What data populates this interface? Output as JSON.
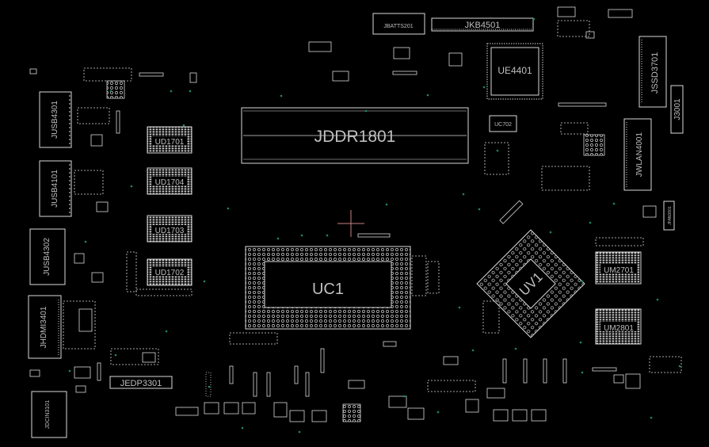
{
  "board": {
    "background": "#000000",
    "outline_color": "#d9d9d9",
    "label_color": "#bfbfbf",
    "via_color": "#1f8a5a"
  },
  "labels": {
    "jddr": "JDDR1801",
    "uc1": "UC1",
    "ue4401": "UE4401",
    "uc702": "UC702",
    "jbatts": "JBATTS201",
    "jkb": "JKB4501",
    "jssd": "JSSD3701",
    "j3001": "J3001",
    "jwlan": "JWLAN4001",
    "jfan": "JFAN3601",
    "ud1701": "UD1701",
    "ud1704": "UD1704",
    "ud1703": "UD1703",
    "ud1702": "UD1702",
    "jusb4301": "JUSB4301",
    "jusb4101": "JUSB4101",
    "jusb4302": "JUSB4302",
    "jhdmi": "JHDMI3401",
    "jedp": "JEDP3301",
    "jdcin": "JDCIN3101",
    "um2701": "UM2701",
    "um2801": "UM2801",
    "uv1": "UV1"
  }
}
